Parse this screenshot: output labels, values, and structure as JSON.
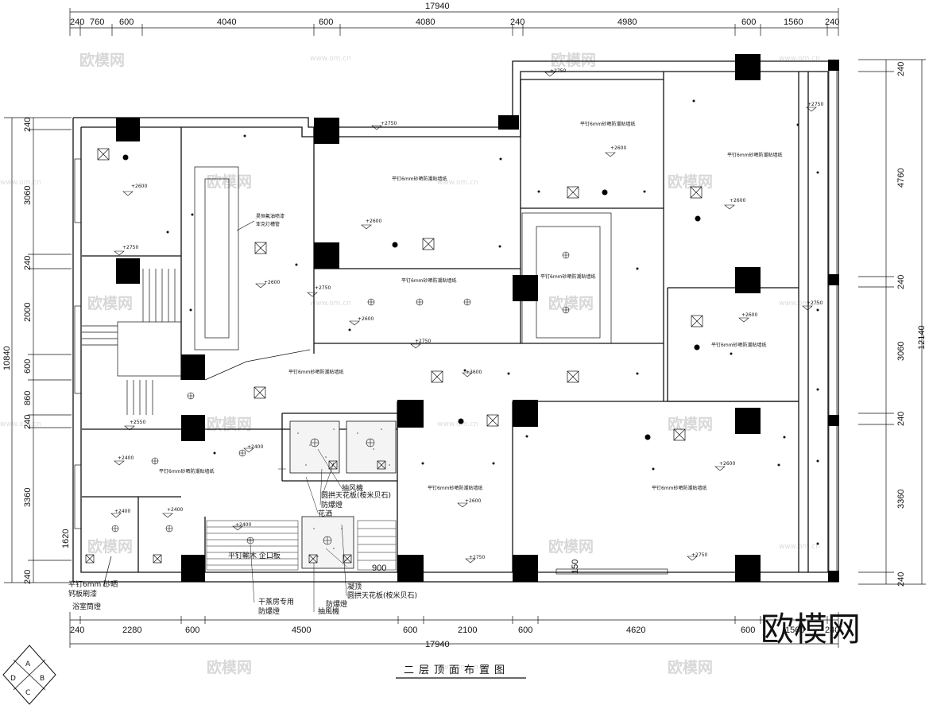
{
  "drawing": {
    "title": "二层顶面布置图",
    "brand": "欧模网",
    "watermark": "欧模网",
    "watermark_url": "www.om.cn",
    "compass": [
      "A",
      "B",
      "C",
      "D"
    ]
  },
  "dims": {
    "top_total": "17940",
    "bottom_total": "17940",
    "left_total": "10840",
    "right_total": "12140",
    "top": [
      "240",
      "760",
      "600",
      "4040",
      "600",
      "4080",
      "240",
      "4980",
      "600",
      "1560",
      "240"
    ],
    "bottom": [
      "240",
      "2280",
      "600",
      "4500",
      "600",
      "2100",
      "600",
      "4620",
      "600",
      "1560",
      "240"
    ],
    "left": [
      "240",
      "3060",
      "240",
      "2000",
      "600",
      "860",
      "240",
      "3360",
      "1620",
      "240"
    ],
    "right": [
      "240",
      "4760",
      "240",
      "3060",
      "240",
      "3360",
      "240"
    ],
    "inner_900": "900",
    "inner_150": "150"
  },
  "levels": {
    "l2750": "+2750",
    "l2600": "+2600",
    "l3600": "+3600",
    "l2550": "+2550",
    "l2400": "+2400"
  },
  "notes": {
    "board": "平钉6mm砂晒防潮贴墙纸",
    "board_b": "平钉6mm砂晒防潮贴墙纸",
    "acrylic_1": "昊恒氟油喷漆",
    "acrylic_2": "亚克灯槽管",
    "fan": "抽风機",
    "ceiling": "圆拱天花板(桉米贝石)",
    "explosion": "防爆燈",
    "flower": "花洒",
    "ceiling2": "凝顶",
    "ceiling3": "圆拱天花板(桉米贝石)",
    "explosion2": "防爆燈",
    "wood": "平钉輸木 企口板",
    "sauna_1": "干蒸房专用",
    "sauna_2": "防爆燈",
    "fan2": "抽風機",
    "bath_1": "平钉6mm 砂晒",
    "bath_2": "钙板刷漆",
    "bath_3": "浴室筒燈"
  }
}
